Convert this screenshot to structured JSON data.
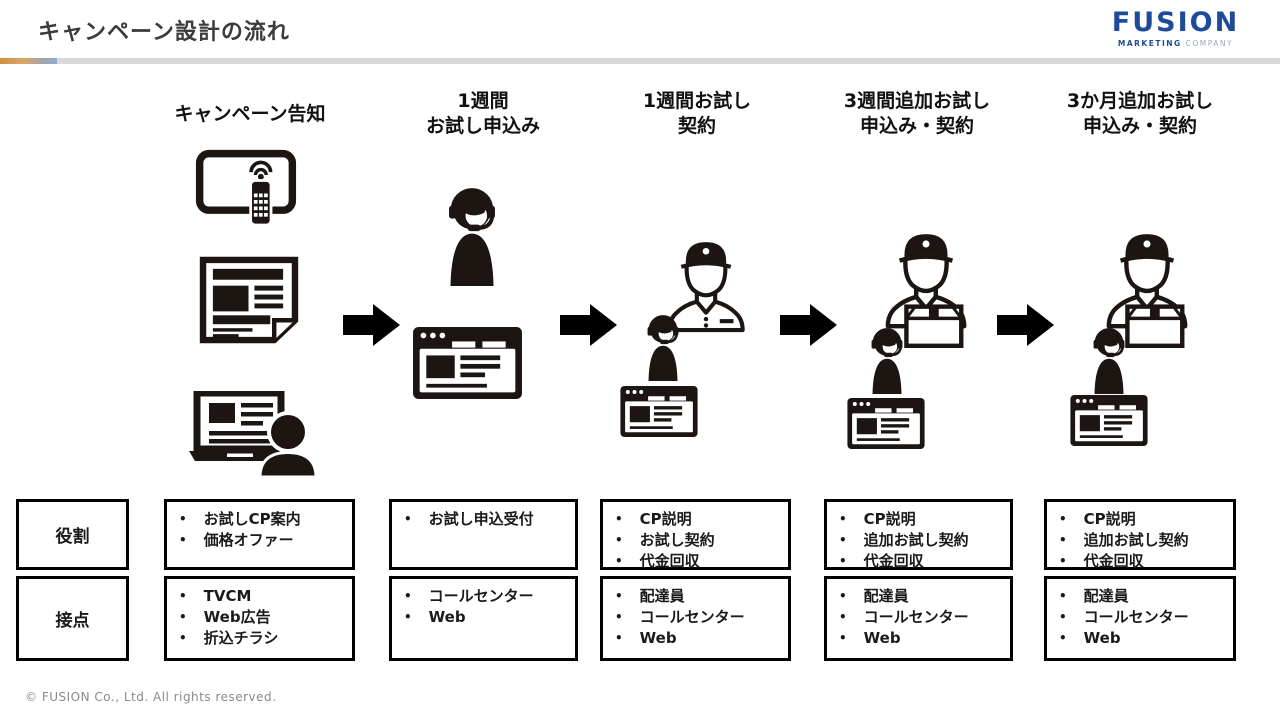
{
  "slide": {
    "title": "キャンペーン設計の流れ",
    "footer": "© FUSION Co., Ltd. All rights reserved."
  },
  "logo": {
    "name": "FUSION",
    "tagline_bold": "MARKETING",
    "tagline_light": "COMPANY"
  },
  "table": {
    "row_labels": {
      "role": "役割",
      "touchpoint": "接点"
    }
  },
  "stages": [
    {
      "title": "キャンペーン告知",
      "icons": [
        "tv-remote-icon",
        "newspaper-flyer-icon",
        "laptop-user-icon"
      ],
      "roles": [
        "お試しCP案内",
        "価格オファー"
      ],
      "touchpoints": [
        "TVCM",
        "Web広告",
        "折込チラシ"
      ]
    },
    {
      "title": "1週間\nお試し申込み",
      "icons": [
        "call-center-operator-icon",
        "browser-window-icon"
      ],
      "roles": [
        "お試し申込受付"
      ],
      "touchpoints": [
        "コールセンター",
        "Web"
      ]
    },
    {
      "title": "1週間お試し\n契約",
      "icons": [
        "delivery-person-icon",
        "call-center-operator-icon",
        "browser-window-icon"
      ],
      "roles": [
        "CP説明",
        "お試し契約",
        "代金回収"
      ],
      "touchpoints": [
        "配達員",
        "コールセンター",
        "Web"
      ]
    },
    {
      "title": "3週間追加お試し\n申込み・契約",
      "icons": [
        "delivery-person-box-icon",
        "call-center-operator-icon",
        "browser-window-icon"
      ],
      "roles": [
        "CP説明",
        "追加お試し契約",
        "代金回収"
      ],
      "touchpoints": [
        "配達員",
        "コールセンター",
        "Web"
      ]
    },
    {
      "title": "3か月追加お試し\n申込み・契約",
      "icons": [
        "delivery-person-box-icon",
        "call-center-operator-icon",
        "browser-window-icon"
      ],
      "roles": [
        "CP説明",
        "追加お試し契約",
        "代金回収"
      ],
      "touchpoints": [
        "配達員",
        "コールセンター",
        "Web"
      ]
    }
  ],
  "colors": {
    "logo_blue": "#1d4b99",
    "logo_gray_blue": "#96a9c7",
    "divider_gray": "#d9d9d9",
    "accent_orange": "#cf9149",
    "accent_blue": "#8fafcd",
    "icon_ink": "#1c1512",
    "footer_gray": "#8a8a8a"
  }
}
